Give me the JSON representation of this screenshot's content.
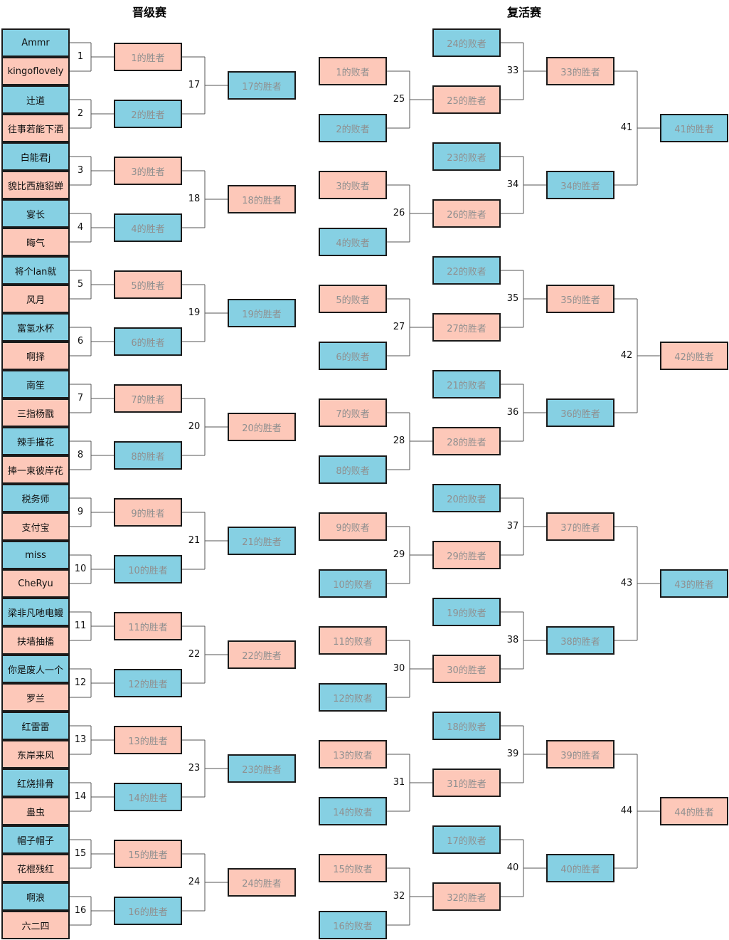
{
  "titles": {
    "left": "晋级赛",
    "right": "复活赛"
  },
  "colors": {
    "blue": "#86d0e3",
    "pink": "#fdc8b9",
    "border": "#1a1a1a",
    "placeholder_text": "#8f8f8f"
  },
  "players": [
    "Ammr",
    "kingoflovely",
    "辻道",
    "往事若能下酒",
    "白能君j",
    "貌比西施貂蝉",
    "宴长",
    "晦气",
    "将个lan就",
    "风月",
    "富氢水杯",
    "啊择",
    "南笙",
    "三指杨戬",
    "辣手摧花",
    "捧一束彼岸花",
    "税务师",
    "支付宝",
    "miss",
    "CheRyu",
    "梁非凡吔电鳗",
    "扶墙抽搐",
    "你是废人一个",
    "罗兰",
    "红雷雷",
    "东岸来风",
    "红烧排骨",
    "蛊虫",
    "帽子帽子",
    "花棍残红",
    "啊浪",
    "六二四"
  ],
  "winner_suffix": "的胜者",
  "loser_suffix": "的败者"
}
